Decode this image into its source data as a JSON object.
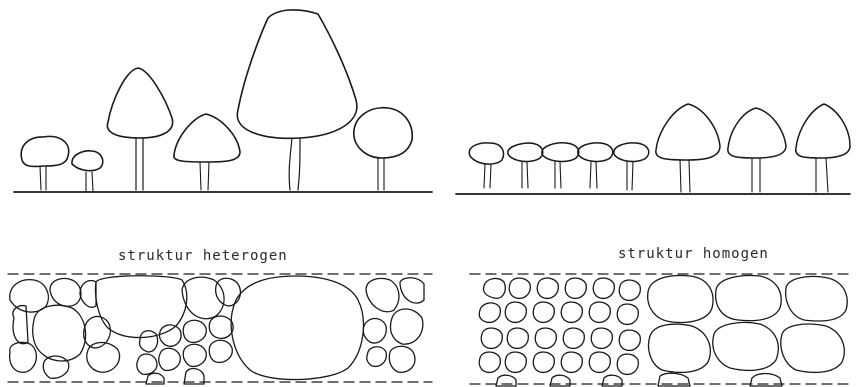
{
  "labels": {
    "left": "struktur heterogen",
    "right": "struktur homogen"
  },
  "panels": [
    {
      "id": "heterogen",
      "description_terms": [
        "trees of varying height",
        "mixed-size cells"
      ]
    },
    {
      "id": "homogen",
      "description_terms": [
        "rows of similar trees",
        "uniform cells"
      ]
    }
  ],
  "colors": {
    "ink": "#1a1a1a",
    "paper": "#ffffff"
  }
}
